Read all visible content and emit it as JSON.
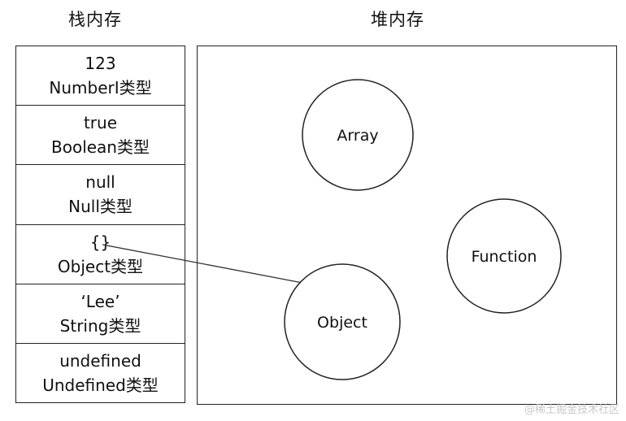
{
  "titles": {
    "stack": "栈内存",
    "heap": "堆内存"
  },
  "stack_cells": [
    {
      "value": "123",
      "type": "NumberI类型"
    },
    {
      "value": "true",
      "type": "Boolean类型"
    },
    {
      "value": "null",
      "type": "Null类型"
    },
    {
      "value": "{}",
      "type": "Object类型"
    },
    {
      "value": "‘Lee’",
      "type": "String类型"
    },
    {
      "value": "undefined",
      "type": "Undefined类型"
    }
  ],
  "heap_objects": {
    "array": "Array",
    "function": "Function",
    "object": "Object"
  },
  "watermark": "@稀土掘金技术社区"
}
